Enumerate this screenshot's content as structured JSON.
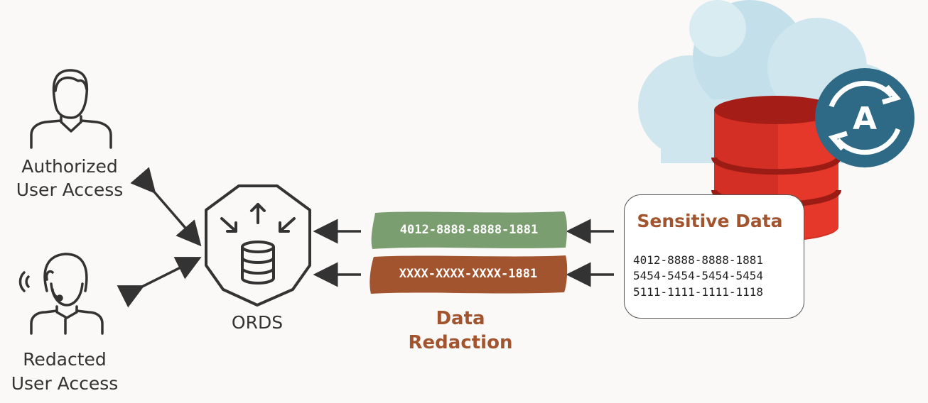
{
  "users": {
    "authorized_line1": "Authorized",
    "authorized_line2": "User Access",
    "redacted_line1": "Redacted",
    "redacted_line2": "User Access"
  },
  "ords": {
    "label": "ORDS"
  },
  "strips": {
    "clear_value": "4012-8888-8888-1881",
    "masked_value": "XXXX-XXXX-XXXX-1881"
  },
  "redaction": {
    "line1": "Data",
    "line2": "Redaction"
  },
  "sensitive": {
    "title": "Sensitive Data",
    "rows": [
      "4012-8888-8888-1881",
      "5454-5454-5454-5454",
      "5111-1111-1111-1118"
    ]
  },
  "autonomous_badge": {
    "letter": "A"
  },
  "colors": {
    "green_strip": "#7a9e6f",
    "brown_strip": "#a2542e",
    "db_red": "#d32f24",
    "badge_teal": "#2e6a86",
    "cloud": "#cfe6ee",
    "icon_stroke": "#333333"
  }
}
